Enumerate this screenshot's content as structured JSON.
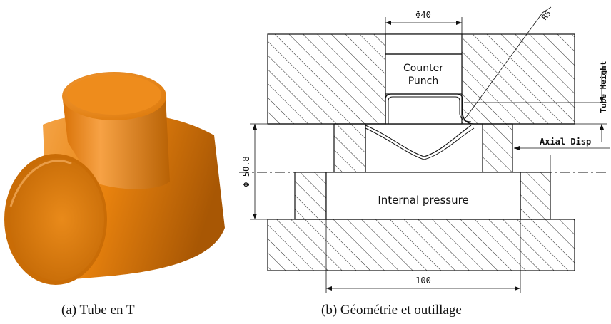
{
  "captions": {
    "left": "(a) Tube en T",
    "right": "(b) Géométrie et outillage"
  },
  "drawing": {
    "dim_punch_diameter": "Φ40",
    "dim_radius": "R5",
    "label_tube_height": "Tube Height",
    "label_counter_punch_line1": "Counter",
    "label_counter_punch_line2": "Punch",
    "label_axial_disp": "Axial Disp",
    "dim_tube_diameter": "Φ 50.8",
    "label_internal_pressure": "Internal pressure",
    "dim_length": "100"
  },
  "colors": {
    "tube_orange": "#E8820E",
    "line": "#111111"
  }
}
